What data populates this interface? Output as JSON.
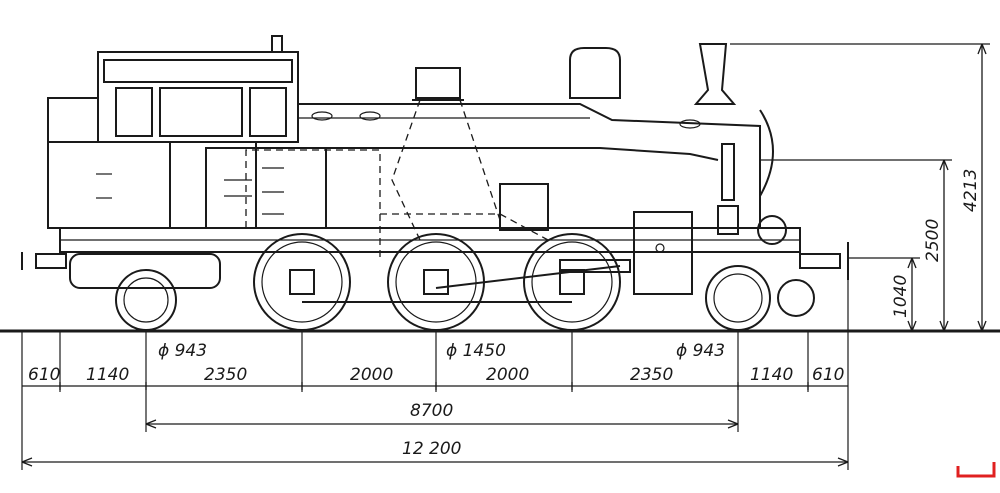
{
  "dimensions": {
    "horizontal_row1": [
      "610",
      "1140",
      "2350",
      "2000",
      "2000",
      "2350",
      "1140",
      "610"
    ],
    "wheelbase": "8700",
    "overall_length": "12 200",
    "heights": [
      "1040",
      "2500",
      "4213"
    ],
    "wheel_diameters": [
      "ϕ 943",
      "ϕ 1450",
      "ϕ 943"
    ]
  },
  "colors": {
    "line": "#1a1a1a",
    "background": "#ffffff",
    "corner_mark": "#e02020"
  }
}
